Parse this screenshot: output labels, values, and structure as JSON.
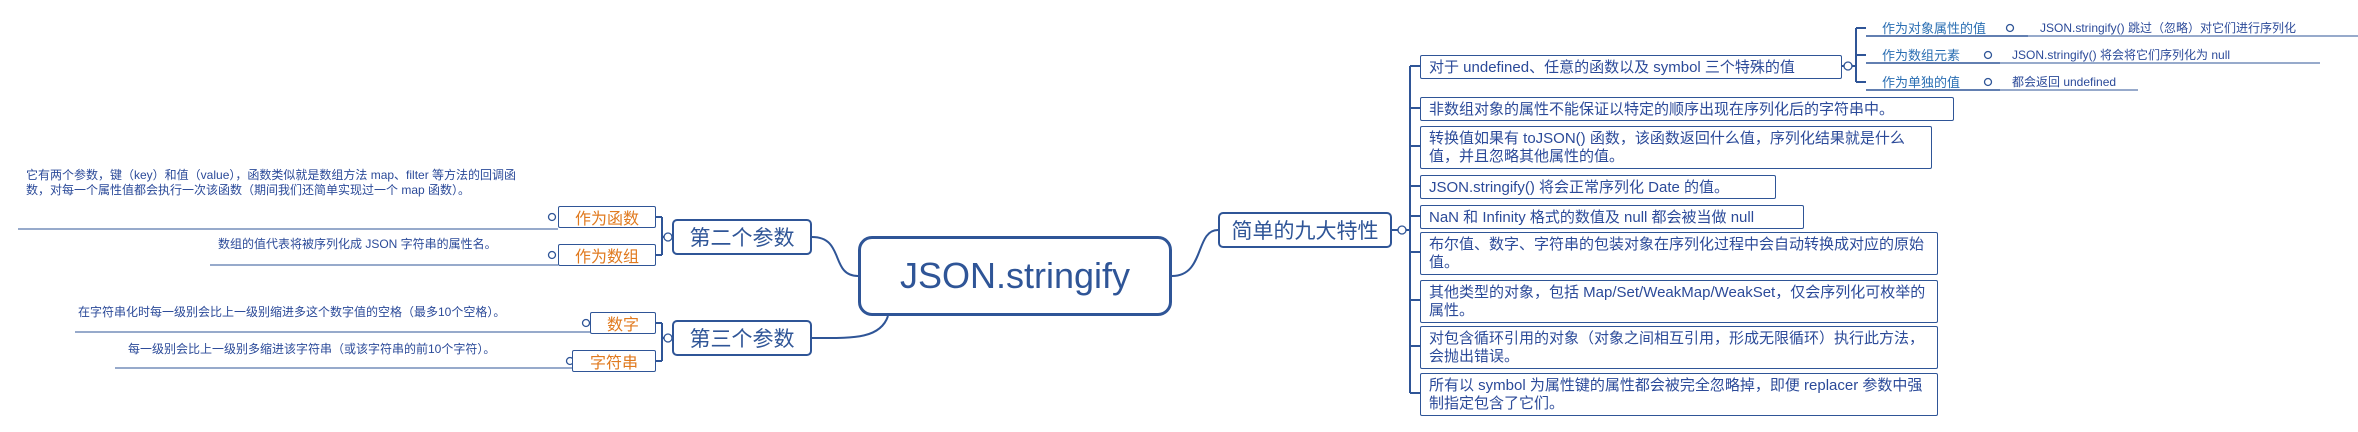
{
  "root": {
    "title": "JSON.stringify"
  },
  "left": {
    "second_param": {
      "label": "第二个参数",
      "children": [
        {
          "label": "作为函数",
          "note": "它有两个参数，键（key）和值（value），函数类似就是数组方法 map、filter 等方法的回调函数，对每一个属性值都会执行一次该函数（期间我们还简单实现过一个 map 函数）。"
        },
        {
          "label": "作为数组",
          "note": "数组的值代表将被序列化成 JSON 字符串的属性名。"
        }
      ]
    },
    "third_param": {
      "label": "第三个参数",
      "children": [
        {
          "label": "数字",
          "note": "在字符串化时每一级别会比上一级别缩进多这个数字值的空格（最多10个空格）。"
        },
        {
          "label": "字符串",
          "note": "每一级别会比上一级别多缩进该字符串（或该字符串的前10个字符）。"
        }
      ]
    }
  },
  "right": {
    "features": {
      "label": "简单的九大特性",
      "items": [
        {
          "text": "对于 undefined、任意的函数以及 symbol 三个特殊的值"
        },
        {
          "text": "非数组对象的属性不能保证以特定的顺序出现在序列化后的字符串中。"
        },
        {
          "text": "转换值如果有 toJSON() 函数，该函数返回什么值，序列化结果就是什么值，并且忽略其他属性的值。"
        },
        {
          "text": "JSON.stringify() 将会正常序列化 Date 的值。"
        },
        {
          "text": "NaN 和 Infinity 格式的数值及 null 都会被当做 null"
        },
        {
          "text": "布尔值、数字、字符串的包装对象在序列化过程中会自动转换成对应的原始值。"
        },
        {
          "text": "其他类型的对象，包括 Map/Set/WeakMap/WeakSet，仅会序列化可枚举的属性。"
        },
        {
          "text": "对包含循环引用的对象（对象之间相互引用，形成无限循环）执行此方法，会抛出错误。"
        },
        {
          "text": "所有以 symbol 为属性键的属性都会被完全忽略掉，即便 replacer 参数中强制指定包含了它们。"
        }
      ],
      "special_values": [
        {
          "label": "作为对象属性的值",
          "note": "JSON.stringify() 跳过（忽略）对它们进行序列化"
        },
        {
          "label": "作为数组元素",
          "note": "JSON.stringify() 将会将它们序列化为 null"
        },
        {
          "label": "作为单独的值",
          "note": "都会返回 undefined"
        }
      ]
    }
  },
  "colors": {
    "line": "#2f5597",
    "accent": "#e07a1f",
    "text": "#2b4a99"
  }
}
